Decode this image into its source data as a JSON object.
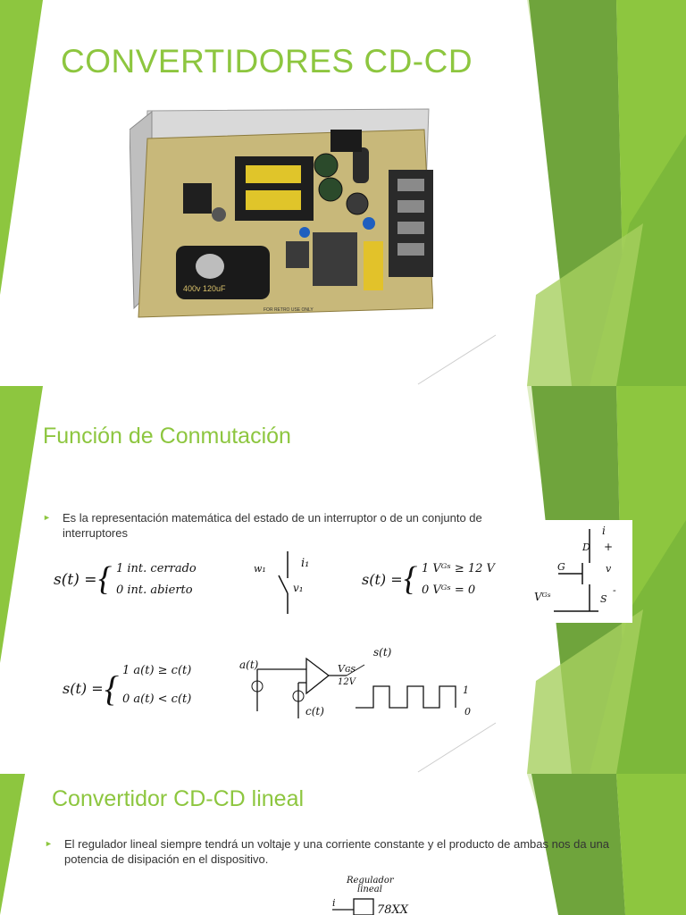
{
  "slides": [
    {
      "title": "CONVERTIDORES CD-CD",
      "image": {
        "type": "photo",
        "description_icon": "power-supply-board-photo",
        "printed_text": [
          "400v 120uF",
          "FOR RETRO USE ONLY"
        ]
      }
    },
    {
      "title": "Función de Conmutación",
      "bullet_marker": "►",
      "bullet": "Es la representación matemática del estado de un interruptor o de un conjunto de interruptores",
      "handwritten": {
        "s_def_1_lhs": "s(t) =",
        "s_def_1_case1": "1   int. cerrado",
        "s_def_1_case2": "0   int. abierto",
        "switch_w": "w₁",
        "switch_i": "i₁",
        "switch_v": "v₁",
        "s_def_2_lhs": "s(t) =",
        "s_def_2_case1": "1   Vᴳˢ ≥ 12 V",
        "s_def_2_case2": "0   Vᴳˢ = 0",
        "mosfet_i": "i",
        "mosfet_d": "D",
        "mosfet_plus": "+",
        "mosfet_v": "v",
        "mosfet_g": "G",
        "mosfet_s": "S",
        "mosfet_minus": "-",
        "mosfet_vgs": "Vᴳˢ",
        "s_def_3_lhs": "s(t) =",
        "s_def_3_case1": "1   a(t) ≥ c(t)",
        "s_def_3_case2": "0   a(t) < c(t)",
        "comp_a": "a(t)",
        "comp_c": "c(t)",
        "comp_vgs": "Vɢs",
        "comp_12v": "12V",
        "comp_st": "s(t)",
        "wave_1": "1",
        "wave_0": "0"
      }
    },
    {
      "title": "Convertidor CD-CD lineal",
      "bullet_marker": "►",
      "bullet": "El regulador lineal siempre tendrá un voltaje y una corriente constante y el producto de ambas nos da una potencia de disipación en el dispositivo.",
      "handwritten": {
        "reg_label_1": "Regulador",
        "reg_label_2": "lineal",
        "reg_i": "i",
        "reg_part": "78XX"
      }
    }
  ],
  "colors": {
    "accent": "#8dc63f",
    "accent_dark": "#5f9b2f",
    "accent_light": "#c8e19a",
    "text": "#333333"
  }
}
